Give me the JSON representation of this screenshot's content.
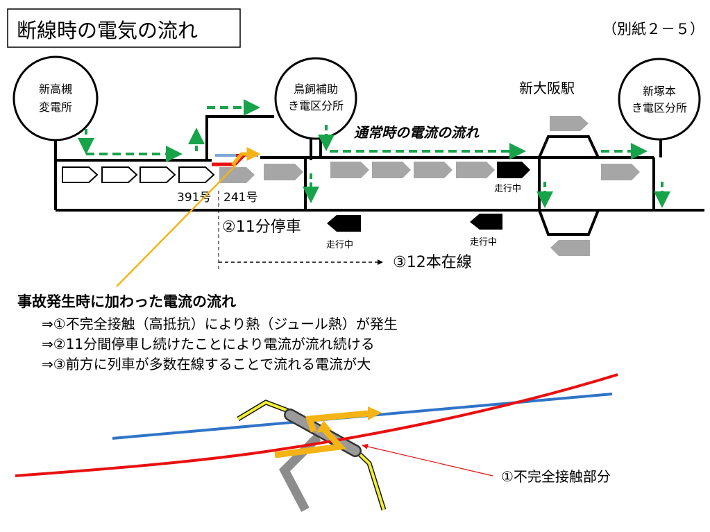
{
  "title": "断線時の電気の流れ",
  "attachment": "（別紙２－５）",
  "stations": {
    "shin_takatsuki": {
      "line1": "新高槻",
      "line2": "変電所"
    },
    "torikai": {
      "line1": "鳥飼補助",
      "line2": "き電区分所"
    },
    "shin_osaka": "新大阪駅",
    "shin_tsukamoto": {
      "line1": "新塚本",
      "line2": "き電区分所"
    }
  },
  "labels": {
    "normal_flow": "通常時の電流の流れ",
    "train_391": "391号",
    "train_241": "241号",
    "stopped_11min": "②11分停車",
    "trains_12": "③12本在線",
    "running_1": "走行中",
    "running_2": "走行中",
    "running_3": "走行中"
  },
  "accident": {
    "heading": "事故発生時に加わった電流の流れ",
    "lines": [
      "⇒①不完全接触（高抵抗）により熱（ジュール熱）が発生",
      "⇒②11分間停車し続けたことにより電流が流れ続ける",
      "⇒③前方に列車が多数在線することで流れる電流が大"
    ]
  },
  "contact_label": "①不完全接触部分",
  "colors": {
    "green": "#17a34a",
    "orange": "#f5b316",
    "red": "#e81010",
    "blue": "#2f74c8",
    "gray": "#a6a6a6",
    "yellow": "#f2ef2f"
  }
}
